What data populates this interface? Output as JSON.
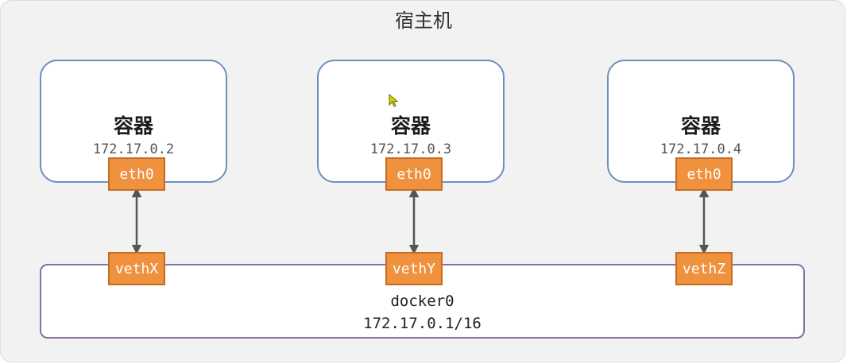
{
  "host": {
    "title": "宿主机"
  },
  "containers": [
    {
      "name": "容器",
      "ip": "172.17.0.2",
      "interface": "eth0"
    },
    {
      "name": "容器",
      "ip": "172.17.0.3",
      "interface": "eth0"
    },
    {
      "name": "容器",
      "ip": "172.17.0.4",
      "interface": "eth0"
    }
  ],
  "bridge": {
    "name": "docker0",
    "subnet": "172.17.0.1/16",
    "veths": [
      "vethX",
      "vethY",
      "vethZ"
    ]
  },
  "colors": {
    "interface_fill": "#f0913e",
    "container_border": "#6a8fbf",
    "bridge_border": "#8a6ea6",
    "link": "#555555"
  },
  "icons": {
    "cursor": "mouse-cursor-icon"
  }
}
